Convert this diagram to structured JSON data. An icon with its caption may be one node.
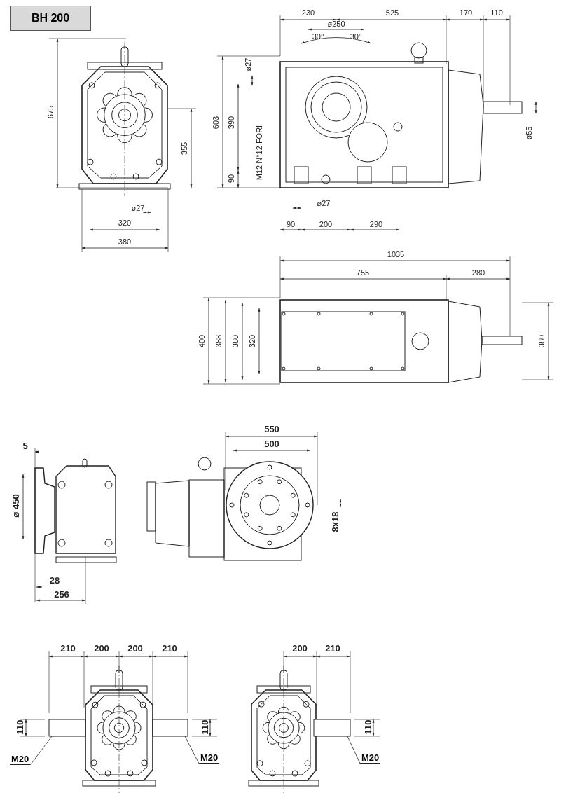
{
  "diagram": {
    "title": "BH 200",
    "nodes": [
      {
        "text": [],
        "shape": "box"
      },
      {
        "text": [],
        "shape": "box"
      },
      {
        "text": [],
        "shape": "box"
      },
      {
        "text": [
          "M20"
        ]
      },
      {
        "text": [
          "M20"
        ]
      },
      {
        "text": [
          "M20"
        ]
      }
    ],
    "edges": [
      {
        "from": 3,
        "to": 0,
        "arrow": "none"
      },
      {
        "from": 4,
        "to": 1,
        "arrow": "none"
      },
      {
        "from": 5,
        "to": 2,
        "arrow": "none"
      }
    ],
    "labels": [
      "675",
      "355",
      "ø27",
      "320",
      "380",
      "230",
      "525",
      "170",
      "110",
      "ø250",
      "30°",
      "30°",
      "ø27",
      "603",
      "390",
      "90",
      "M12 N°12 FORI",
      "ø55",
      "ø27",
      "90",
      "200",
      "290",
      "1035",
      "755",
      "280",
      "400",
      "388",
      "380",
      "320",
      "380",
      "5",
      "ø 450",
      "28",
      "256",
      "550",
      "500",
      "8x18",
      "210",
      "200",
      "200",
      "210",
      "200",
      "210",
      "110",
      "110",
      "110"
    ]
  }
}
